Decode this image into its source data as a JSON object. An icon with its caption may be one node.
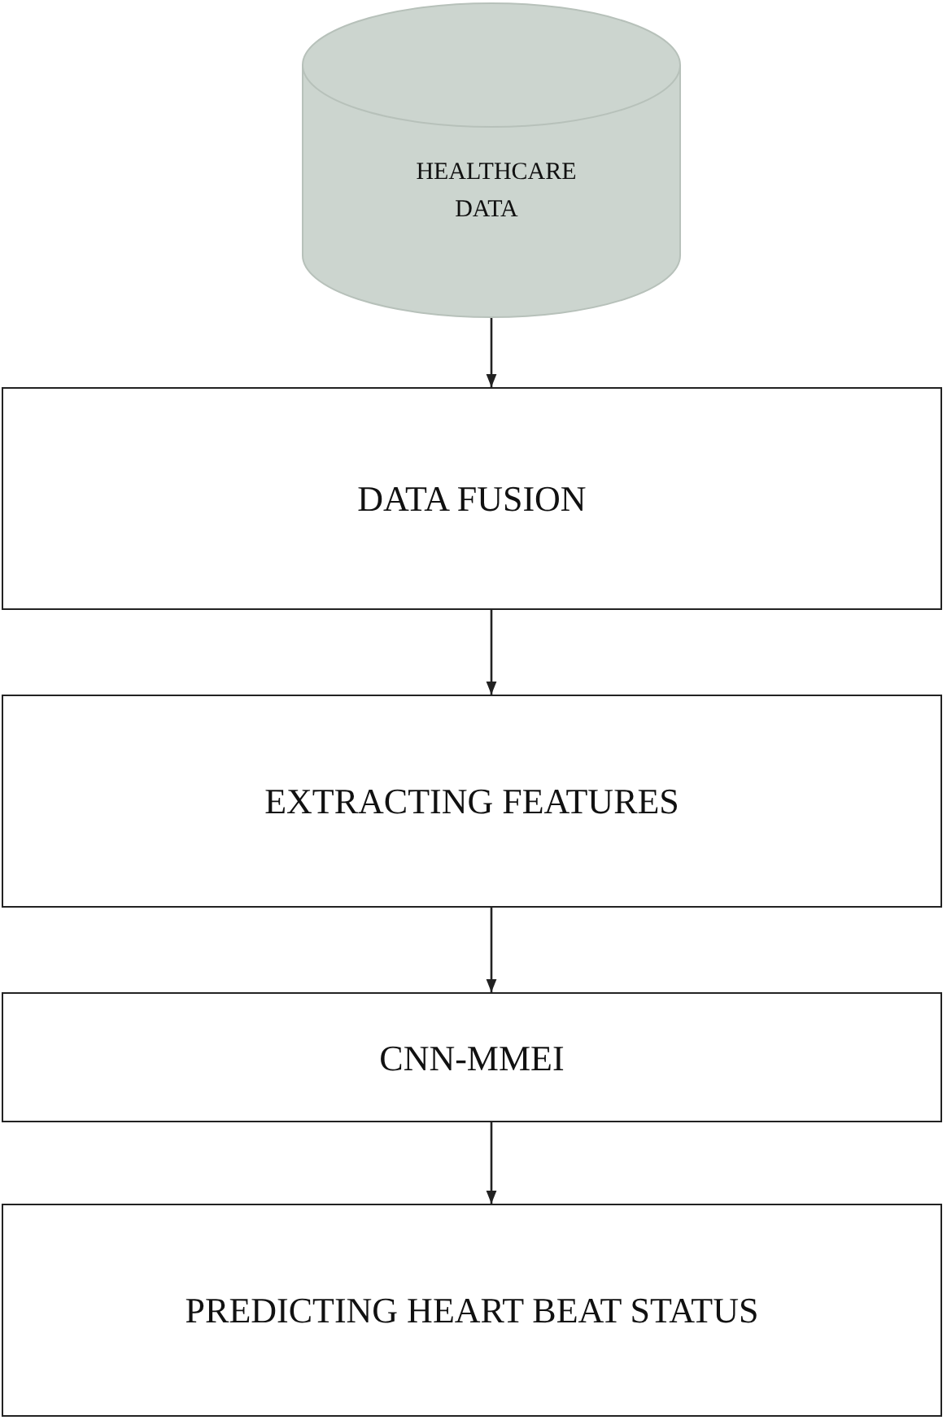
{
  "diagram": {
    "nodes": [
      {
        "text": [
          "HEALTHCARE DATA"
        ]
      },
      {
        "text": [
          "DATA FUSION"
        ]
      },
      {
        "text": [
          "EXTRACTING FEATURES"
        ]
      },
      {
        "text": [
          "CNN-MMEI"
        ]
      },
      {
        "text": [
          "PREDICTING HEART BEAT STATUS"
        ]
      }
    ],
    "edges": [
      {
        "from": 0,
        "to": 1,
        "arrow": "to"
      },
      {
        "from": 1,
        "to": 2,
        "arrow": "to"
      },
      {
        "from": 2,
        "to": 3,
        "arrow": "to"
      },
      {
        "from": 3,
        "to": 4,
        "arrow": "to"
      }
    ]
  }
}
